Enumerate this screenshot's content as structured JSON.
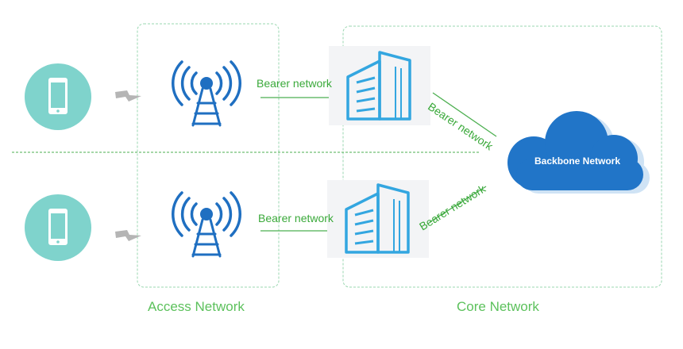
{
  "regions": {
    "access_label": "Access Network",
    "core_label": "Core Network"
  },
  "links": {
    "top_access_core": "Bearer network",
    "bottom_access_core": "Bearer network",
    "top_core_backbone": "Bearer network",
    "bottom_core_backbone": "Bearer network"
  },
  "backbone": {
    "label": "Backbone Network"
  },
  "icons": {
    "phone": "smartphone-icon",
    "signal": "lightning-bolt-icon",
    "tower": "cell-tower-icon",
    "building": "datacenter-building-icon",
    "cloud": "cloud-icon"
  },
  "colors": {
    "phone_circle": "#7fd3cc",
    "tower_blue": "#1f6fc1",
    "building_blue": "#33a6e0",
    "cloud_blue": "#2175c8",
    "link_green": "#4caf50",
    "region_border": "#9ad7b0",
    "label_green": "#3aa93a"
  }
}
